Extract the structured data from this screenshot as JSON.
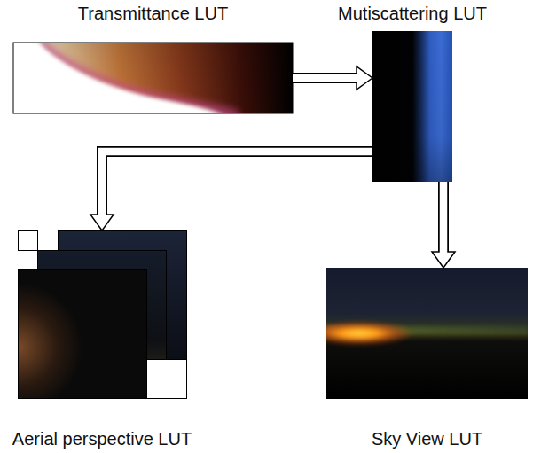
{
  "diagram": {
    "nodes": [
      {
        "text": [
          "Transmittance LUT"
        ]
      },
      {
        "text": [
          "Mutiscattering LUT"
        ]
      },
      {
        "text": [
          "Aerial perspective LUT"
        ]
      },
      {
        "text": [
          "Sky View LUT"
        ]
      }
    ],
    "edges": [
      {
        "from": 0,
        "to": 1,
        "arrow": "to"
      },
      {
        "from": 1,
        "to": 2,
        "arrow": "to"
      },
      {
        "from": 1,
        "to": 3,
        "arrow": "to"
      }
    ]
  }
}
